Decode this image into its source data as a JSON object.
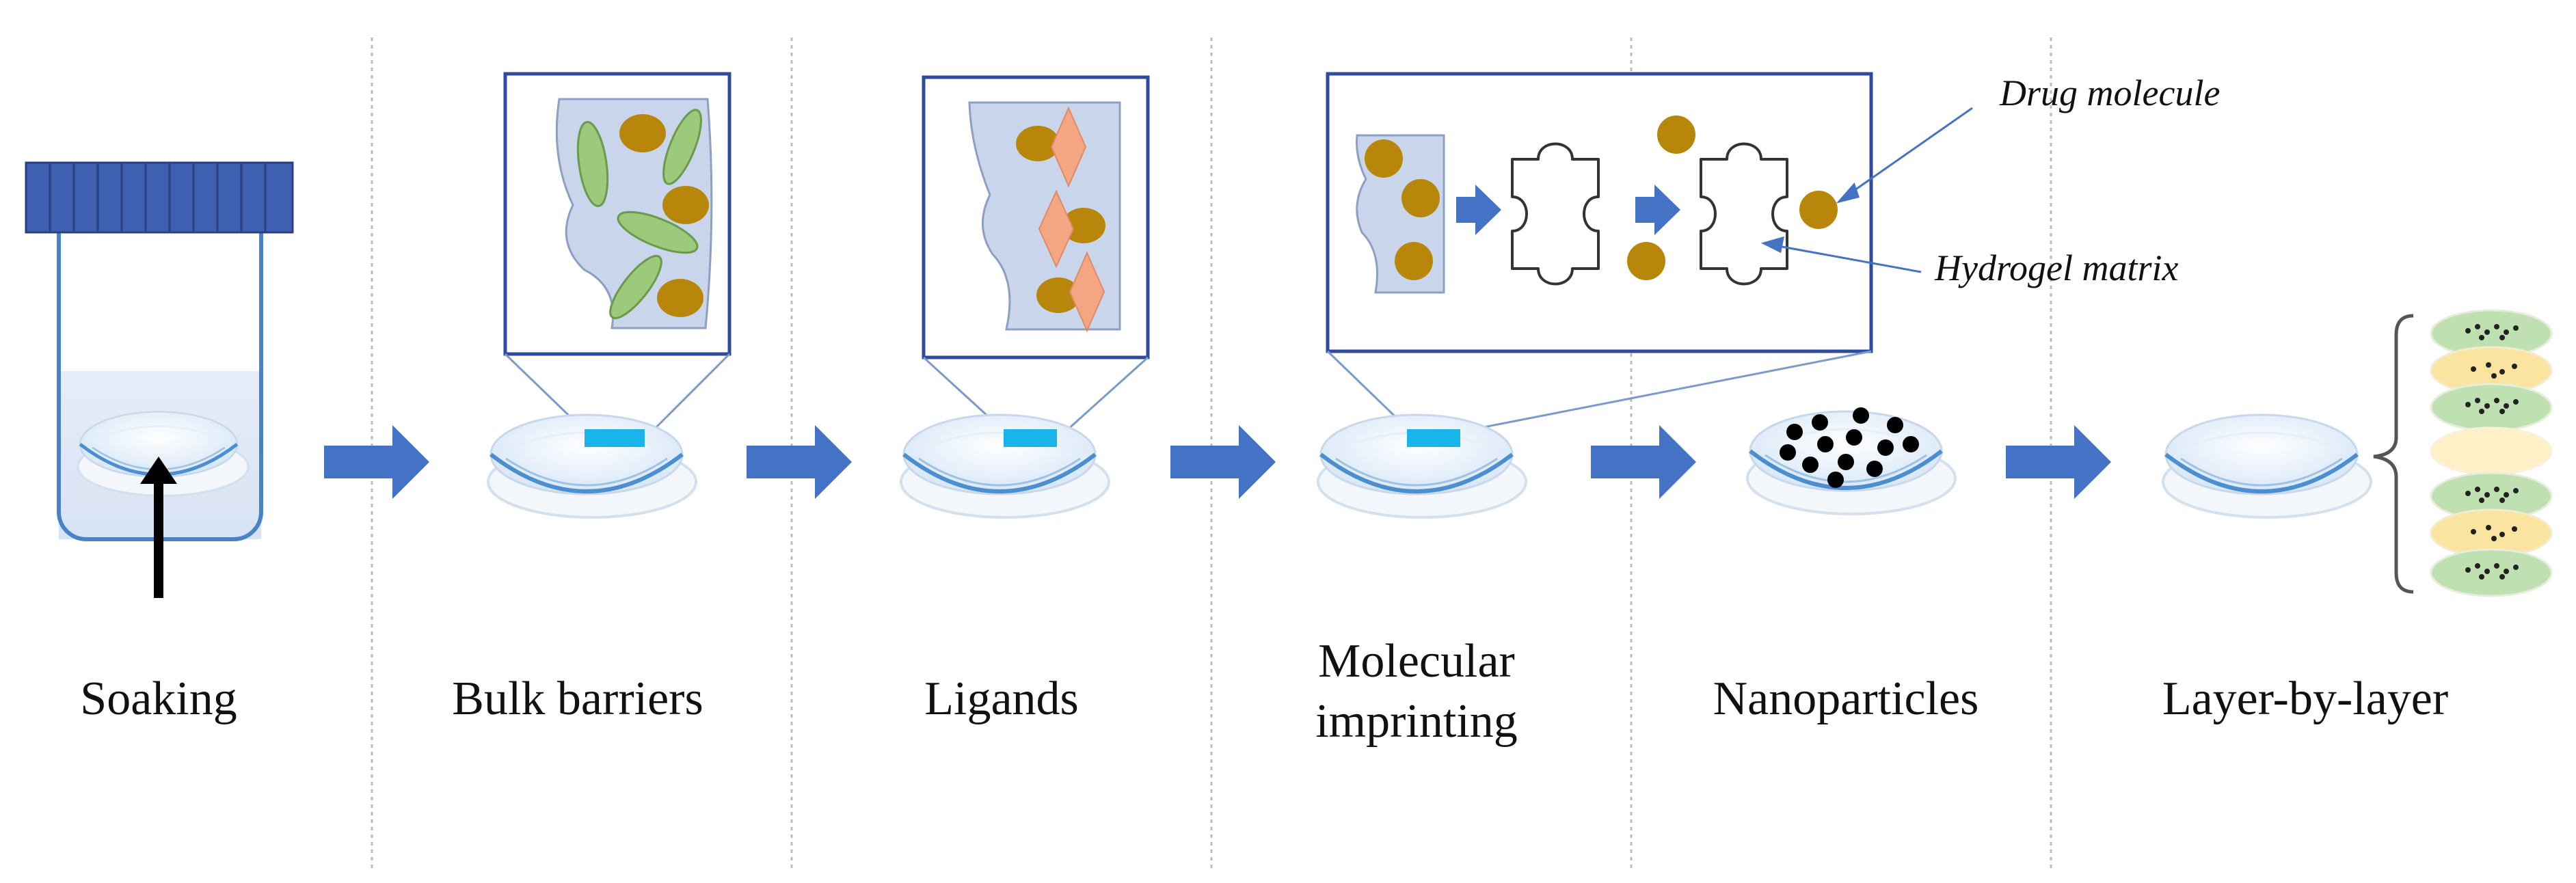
{
  "steps": [
    {
      "label": "Soaking"
    },
    {
      "label": "Bulk barriers"
    },
    {
      "label": "Ligands"
    },
    {
      "label_line1": "Molecular",
      "label_line2": "imprinting"
    },
    {
      "label": "Nanoparticles"
    },
    {
      "label": "Layer-by-layer"
    }
  ],
  "annotations": {
    "drug_molecule": "Drug molecule",
    "hydrogel_matrix": "Hydrogel matrix"
  },
  "colors": {
    "arrow": "#4472c4",
    "frame": "#2f4a9e",
    "hydrogel_fill": "#c9d5ea",
    "drug": "#b8860b",
    "barrier": "#9cc97a",
    "ligand": "#f4a582",
    "marker": "#19b4ea",
    "divider": "#bbbbbb",
    "layer_green": "#bfe0b0",
    "layer_yellow": "#fbe3a0",
    "layer_pale": "#fff0c8"
  }
}
